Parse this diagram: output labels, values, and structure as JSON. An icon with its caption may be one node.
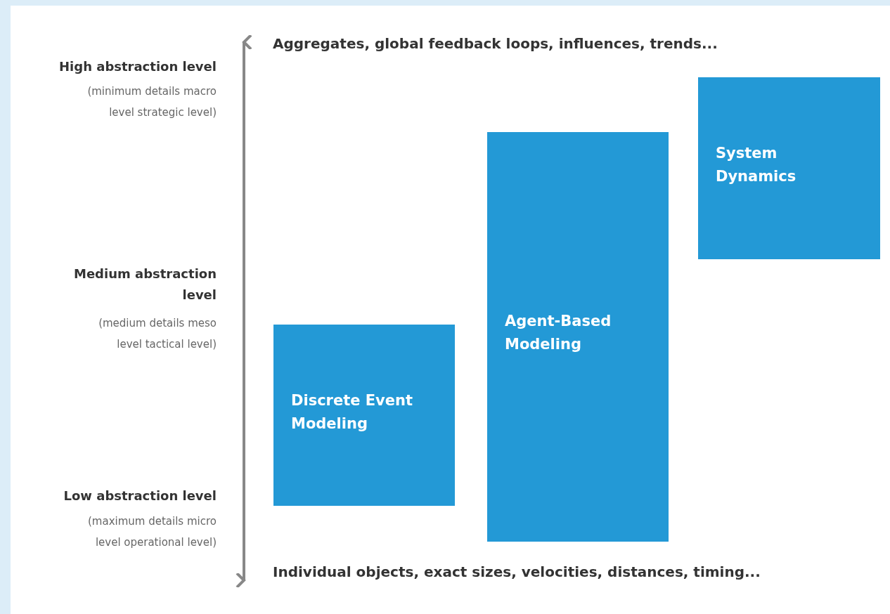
{
  "diagram": {
    "nodes": [
      {
        "text": [
          "System Dynamics"
        ]
      },
      {
        "text": [
          "Agent-Based Modeling"
        ]
      },
      {
        "text": [
          "Discrete Event Modeling"
        ]
      }
    ],
    "labels": [
      "Aggregates, global feedback loops, influences, trends...",
      "High abstraction level",
      "(minimum details macro level strategic level)",
      "Medium abstraction level",
      "(medium details meso level tactical level)",
      "Low abstraction level",
      "(maximum details micro level operational level)",
      "Individual objects, exact sizes, velocities, distances, timing..."
    ]
  }
}
